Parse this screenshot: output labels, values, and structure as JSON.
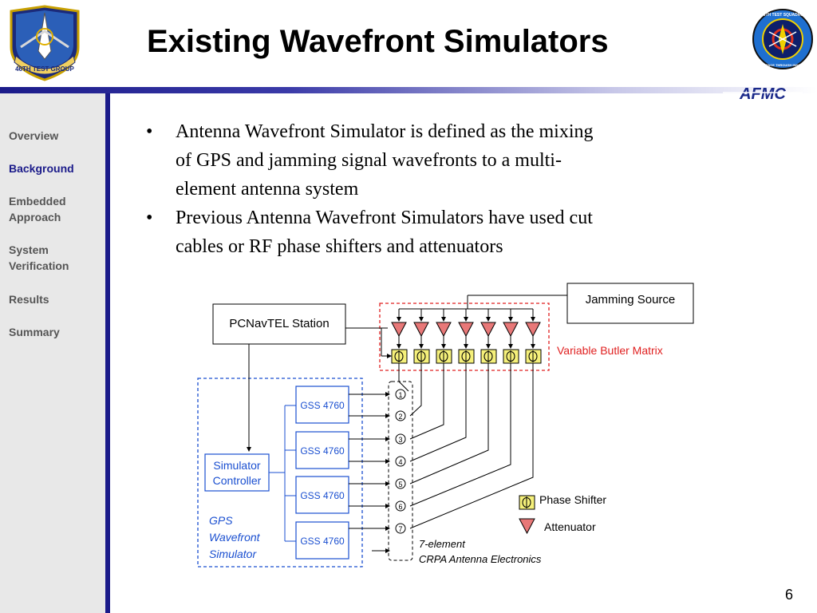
{
  "title": "Existing Wavefront Simulators",
  "logo_left": {
    "text": "46TH TEST GROUP"
  },
  "logo_right": {
    "text_top": "746TH TEST SQUADRON",
    "text_bottom": "EXCELLENCE THROUGH INNOVATION"
  },
  "afmc": "AFMC",
  "sidebar": {
    "items": [
      {
        "line1": "Overview",
        "line2": ""
      },
      {
        "line1": "Background",
        "line2": ""
      },
      {
        "line1": "Embedded",
        "line2": "Approach"
      },
      {
        "line1": "System",
        "line2": "Verification"
      },
      {
        "line1": "Results",
        "line2": ""
      },
      {
        "line1": "Summary",
        "line2": ""
      }
    ],
    "active_index": 1
  },
  "bullets": [
    {
      "marker": "•",
      "lines": [
        "Antenna Wavefront Simulator is defined as the mixing",
        "of GPS and jamming signal wavefronts to a multi-",
        "element antenna system"
      ]
    },
    {
      "marker": "•",
      "lines": [
        "Previous Antenna Wavefront Simulators have used cut",
        "cables or RF phase shifters and attenuators"
      ]
    }
  ],
  "diagram": {
    "jamming_source": "Jamming Source",
    "pcnavtel": "PCNavTEL Station",
    "butler_label": "Variable Butler Matrix",
    "simulator_controller": [
      "Simulator",
      "Controller"
    ],
    "gss": [
      "GSS 4760",
      "GSS 4760",
      "GSS 4760",
      "GSS 4760"
    ],
    "gps_label": [
      "GPS",
      "Wavefront",
      "Simulator"
    ],
    "antenna_numbers": [
      "1",
      "2",
      "3",
      "4",
      "5",
      "6",
      "7"
    ],
    "antenna_label": [
      "7-element",
      "CRPA Antenna Electronics"
    ],
    "legend": {
      "phase_shifter": "Phase Shifter",
      "attenuator": "Attenuator"
    },
    "colors": {
      "blue": "#1a4fd0",
      "red": "#e02020",
      "attenuator_fill": "#e87878",
      "phase_fill": "#f5f07a"
    }
  },
  "page_number": "6"
}
